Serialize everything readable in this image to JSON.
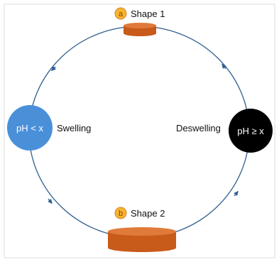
{
  "colors": {
    "frame_border": "#dcdcdc",
    "cycle_line": "#2f5f8f",
    "swelling_node": "#4a90d9",
    "deswelling_node": "#000000",
    "cylinder_body": "#c85a1a",
    "cylinder_top": "#e07a3a",
    "badge_fill": "#f6b52e",
    "badge_stroke": "#d9822b",
    "label_text": "#111111",
    "node_text": "#ffffff"
  },
  "shape_top": {
    "badge": "a",
    "label": "Shape 1",
    "icon": "orange-cylinder-small"
  },
  "shape_bottom": {
    "badge": "b",
    "label": "Shape 2",
    "icon": "orange-cylinder-large"
  },
  "left_node": {
    "text": "pH < x",
    "state_label": "Swelling"
  },
  "right_node": {
    "text": "pH ≥ x",
    "state_label": "Deswelling"
  }
}
